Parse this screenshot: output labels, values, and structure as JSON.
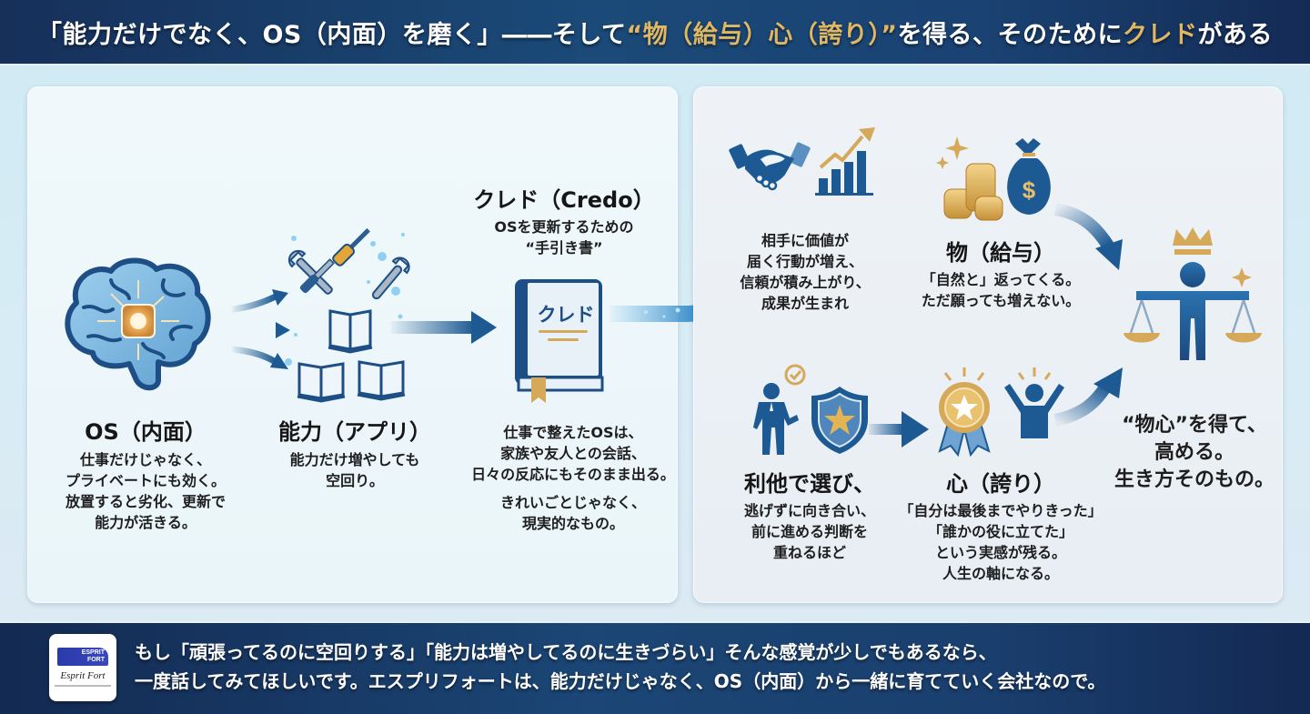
{
  "header": {
    "title_part1": "「能力だけでなく、OS（内面）を磨く」――そして",
    "title_gold1": "“物（給与）心（誇り）”",
    "title_part2": "を得る、そのために",
    "title_gold2": "クレド",
    "title_part3": "がある"
  },
  "left_panel": {
    "os": {
      "title": "OS（内面）",
      "lines": [
        "仕事だけじゃなく、",
        "プライベートにも効く。",
        "放置すると劣化、更新で",
        "能力が活きる。"
      ]
    },
    "skill": {
      "title": "能力（アプリ）",
      "lines": [
        "能力だけ増やしても",
        "空回り。"
      ]
    },
    "credo": {
      "title": "クレド（Credo）",
      "subtitle_lines": [
        "OSを更新するための",
        "“手引き書”"
      ],
      "book_label": "クレド",
      "desc_lines": [
        "仕事で整えたOSは、",
        "家族や友人との会話、",
        "日々の反応にもそのまま出る。"
      ],
      "desc2_lines": [
        "きれいごとじゃなく、",
        "現実的なもの。"
      ]
    }
  },
  "right_panel": {
    "top_path": {
      "lines": [
        "相手に価値が",
        "届く行動が増え、",
        "信頼が積み上がり、",
        "成果が生まれ"
      ]
    },
    "mono": {
      "title": "物（給与）",
      "lines": [
        "「自然と」返ってくる。",
        "ただ願っても増えない。"
      ]
    },
    "bottom_path": {
      "title": "利他で選び、",
      "lines": [
        "逃げずに向き合い、",
        "前に進める判断を",
        "重ねるほど"
      ]
    },
    "kokoro": {
      "title": "心（誇り）",
      "lines": [
        "「自分は最後までやりきった」",
        "「誰かの役に立てた」",
        "という実感が残る。",
        "人生の軸になる。"
      ]
    },
    "result": {
      "lines": [
        "“物心”を得て、",
        "高める。",
        "生き方そのもの。"
      ]
    }
  },
  "footer": {
    "logo_banner_line1": "ESPRIT",
    "logo_banner_line2": "FORT",
    "logo_name": "Esprit Fort",
    "line1": "もし「頑張ってるのに空回りする」「能力は増やしてるのに生きづらい」そんな感覚が少しでもあるなら、",
    "line2": "一度話してみてほしいです。エスプリフォートは、能力だけじゃなく、OS（内面）から一緒に育てていく会社なので。"
  },
  "colors": {
    "navy": "#1b4a78",
    "gold": "#e0b864",
    "blue_icon": "#1d5a93",
    "light_blue": "#4aa6dc"
  }
}
